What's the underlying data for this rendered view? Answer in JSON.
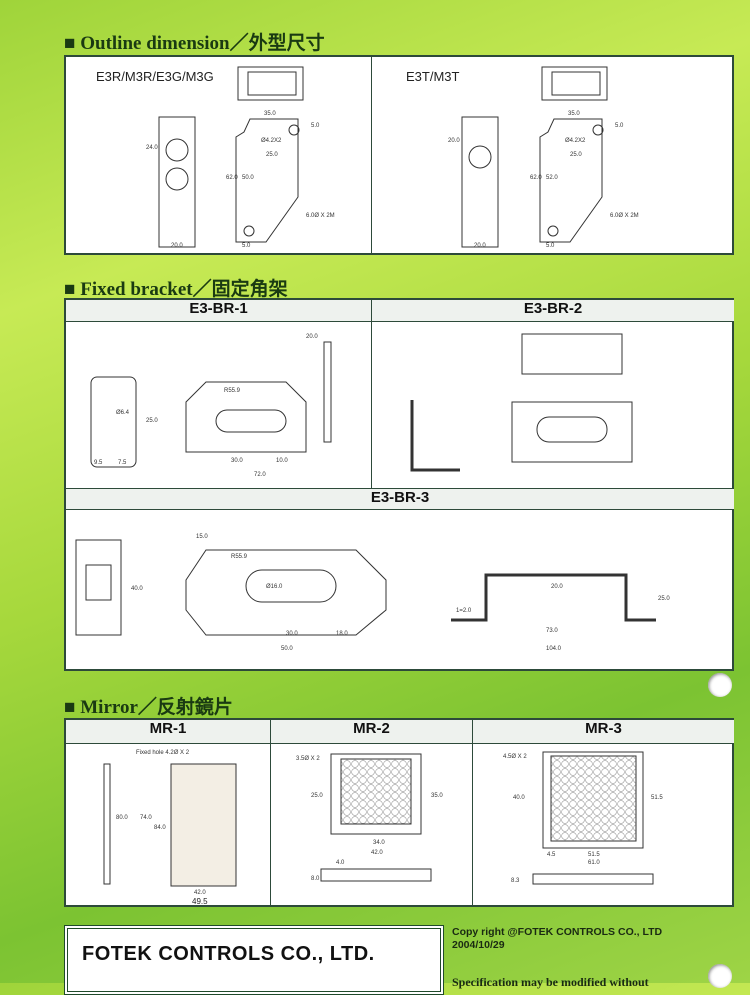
{
  "sections": {
    "outline": "■ Outline dimension／外型尺寸",
    "bracket": "■ Fixed bracket／固定角架",
    "mirror": "■ Mirror／反射鏡片"
  },
  "outline": {
    "left_model": "E3R/M3R/E3G/M3G",
    "right_model": "E3T/M3T",
    "dims_left": [
      "35.0",
      "5.0",
      "Ø4.2X2",
      "25.0",
      "24.0",
      "62.0",
      "50.0",
      "20.0",
      "5.0",
      "6.0Ø X 2M"
    ],
    "dims_right": [
      "35.0",
      "5.0",
      "Ø4.2X2",
      "25.0",
      "20.0",
      "62.0",
      "52.0",
      "20.0",
      "5.0",
      "6.0Ø X 2M"
    ]
  },
  "bracket": {
    "br1": "E3-BR-1",
    "br2": "E3-BR-2",
    "br3": "E3-BR-3",
    "br1_dims": [
      "20.0",
      "R55.9",
      "Ø6.4",
      "72.0",
      "9.5",
      "7.5",
      "30.0",
      "10.0",
      "25.0"
    ],
    "br3_dims": [
      "15.0",
      "R55.9",
      "Ø16.0",
      "40.0",
      "50.0",
      "30.0",
      "18.0",
      "20.0",
      "1=2.0",
      "73.0",
      "104.0",
      "25.0"
    ]
  },
  "mirror": {
    "mr1": "MR-1",
    "mr2": "MR-2",
    "mr3": "MR-3",
    "mr1_note": "Fixed hole 4.2Ø X 2",
    "mr1_dims": [
      "80.0",
      "74.0",
      "84.0",
      "42.0",
      "49.5"
    ],
    "mr2_dims": [
      "3.5Ø X 2",
      "25.0",
      "35.0",
      "34.0",
      "42.0",
      "4.0",
      "8.0"
    ],
    "mr3_dims": [
      "4.5Ø X 2",
      "40.0",
      "51.5",
      "4.5",
      "51.5",
      "61.0",
      "8.3"
    ]
  },
  "footer": {
    "company": "FOTEK CONTROLS CO., LTD.",
    "copyright": "Copy right @FOTEK CONTROLS CO., LTD",
    "date": "2004/10/29",
    "spec": "Specification may be modified without"
  }
}
